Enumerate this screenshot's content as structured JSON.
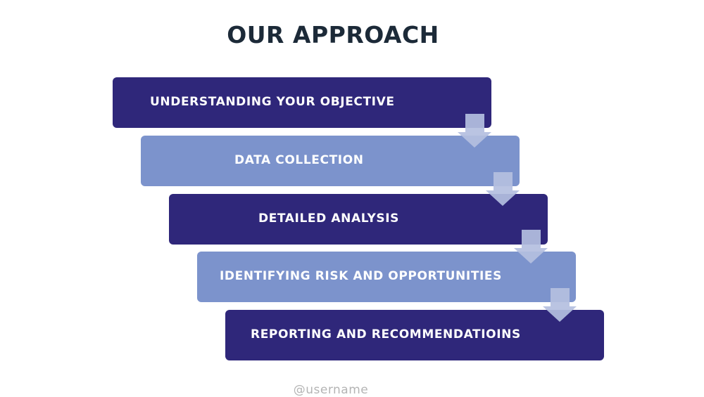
{
  "title": "OUR APPROACH",
  "steps": [
    {
      "label": "UNDERSTANDING YOUR OBJECTIVE",
      "color": "#2f277a"
    },
    {
      "label": "DATA COLLECTION",
      "color": "#7c93cc"
    },
    {
      "label": "DETAILED ANALYSIS",
      "color": "#2f277a"
    },
    {
      "label": "IDENTIFYING RISK AND OPPORTUNITIES",
      "color": "#7c93cc"
    },
    {
      "label": "REPORTING AND RECOMMENDATIOINS",
      "color": "#2f277a"
    }
  ],
  "arrow_color": "#b4bfe0",
  "footer": "@username"
}
